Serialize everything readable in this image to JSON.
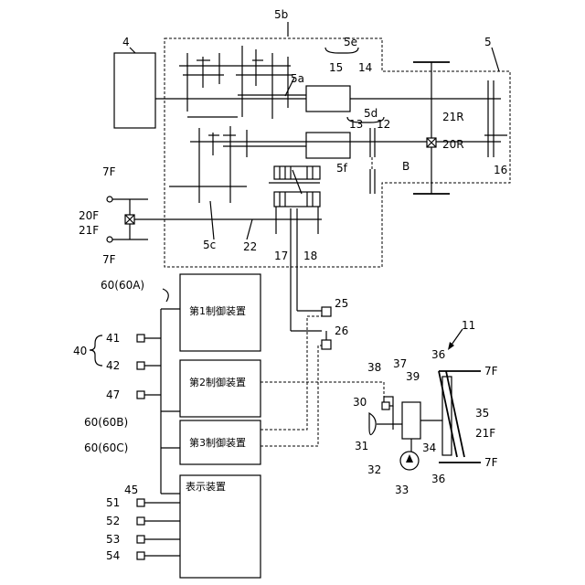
{
  "labels": {
    "l4": "4",
    "l5": "5",
    "l5a": "5a",
    "l5b": "5b",
    "l5c": "5c",
    "l5d": "5d",
    "l5e": "5e",
    "l5f": "5f",
    "l11": "11",
    "l12": "12",
    "l13": "13",
    "l14": "14",
    "l15": "15",
    "l16": "16",
    "l17": "17",
    "l18": "18",
    "l20F": "20F",
    "l21F": "21F",
    "l20R": "20R",
    "l21R": "21R",
    "l7F_top": "7F",
    "l7F_bot": "7F",
    "l22": "22",
    "l25": "25",
    "l26": "26",
    "lB": "B",
    "l60A": "60(60A)",
    "l60B": "60(60B)",
    "l60C": "60(60C)",
    "l40": "40",
    "l41": "41",
    "l42": "42",
    "l47": "47",
    "l45": "45",
    "l51": "51",
    "l52": "52",
    "l53": "53",
    "l54": "54",
    "l36_top": "36",
    "l36_bot": "36",
    "l7F_r1": "7F",
    "l7F_r2": "7F",
    "l38": "38",
    "l37": "37",
    "l39": "39",
    "l30": "30",
    "l35": "35",
    "l21F_r": "21F",
    "l31": "31",
    "l32": "32",
    "l34": "34",
    "l33": "33"
  },
  "boxes": {
    "ctrl1": "第1制御装置",
    "ctrl2": "第2制御装置",
    "ctrl3": "第3制御装置",
    "display": "表示装置"
  }
}
